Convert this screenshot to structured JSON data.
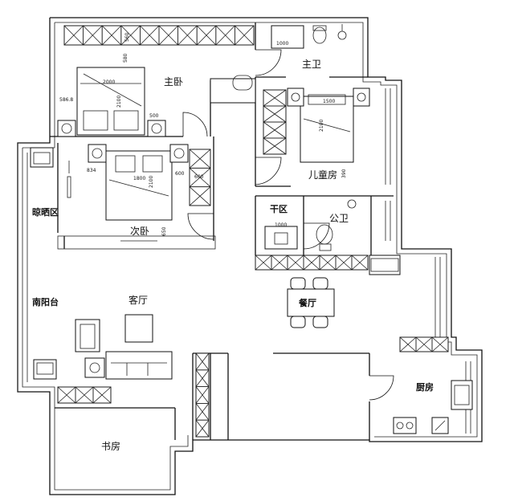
{
  "rooms": {
    "master_bedroom": "主卧",
    "master_bath": "主卫",
    "kids_room": "儿童房",
    "second_bedroom": "次卧",
    "drying_area": "晾晒区",
    "dry_zone": "干区",
    "public_bath": "公卫",
    "south_balcony": "南阳台",
    "living_room": "客厅",
    "dining_room": "餐厅",
    "kitchen": "厨房",
    "study": "书房"
  },
  "dimensions": {
    "master_bed_width": "2000",
    "master_bed_length": "2100",
    "master_side_gap": "586.8",
    "master_nightstand": "500",
    "master_wardrobe_gap": "580",
    "master_wardrobe_depth": "560",
    "bath_vanity": "1000",
    "kids_bed_width": "1500",
    "kids_bed_length": "2100",
    "kids_gap": "390",
    "second_bed_width": "1800",
    "second_bed_length": "2100",
    "second_side_gap": "834",
    "second_nightstand": "600",
    "second_wardrobe": "600",
    "second_gap": "650",
    "public_bath_vanity": "1000"
  }
}
